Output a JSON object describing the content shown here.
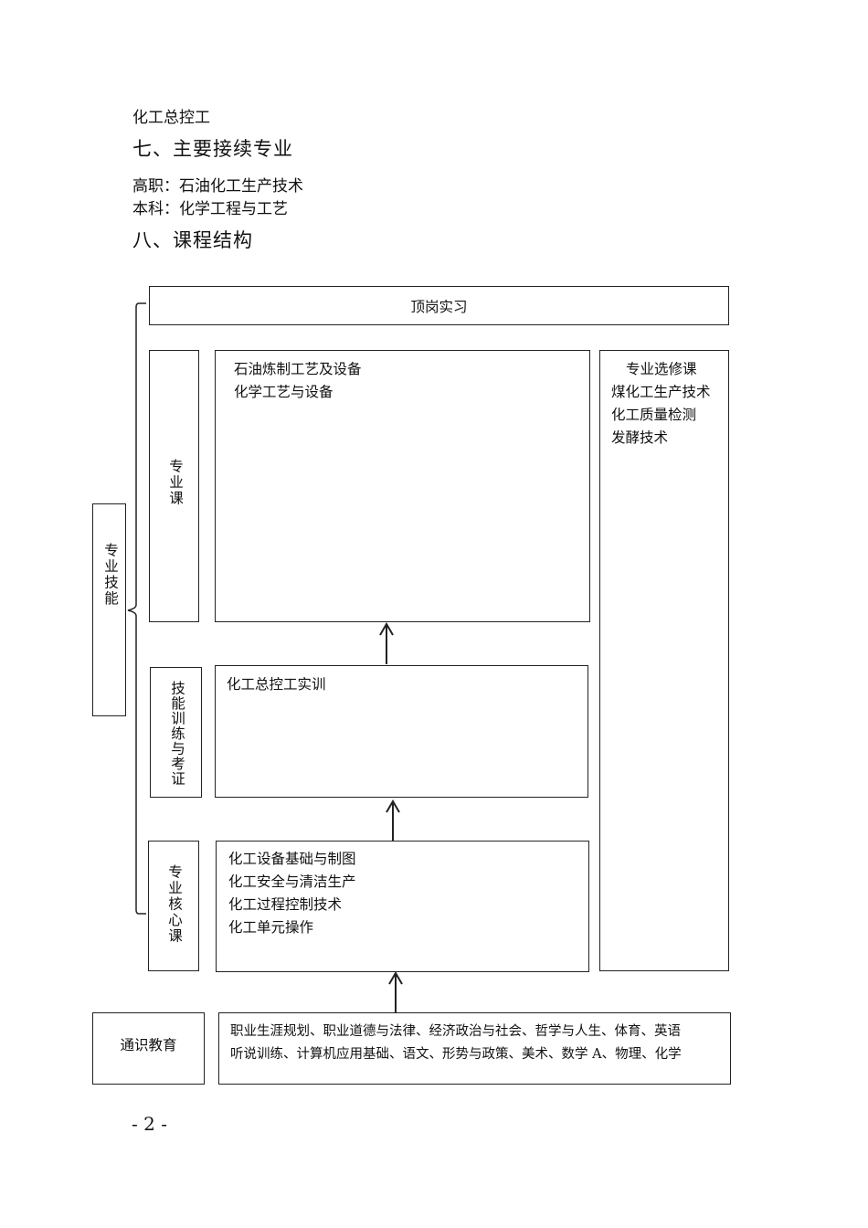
{
  "intro_line": "化工总控工",
  "section7": {
    "title": "七、主要接续专业",
    "lines": [
      "高职：石油化工生产技术",
      "本科：化学工程与工艺"
    ]
  },
  "section8": {
    "title": "八、课程结构"
  },
  "diagram": {
    "internship": "顶岗实习",
    "group_label": "专业技能",
    "rows": {
      "professional": {
        "label": "专业课",
        "courses": [
          "石油炼制工艺及设备",
          "化学工艺与设备"
        ]
      },
      "skill_training": {
        "label": "技能训练与考证",
        "courses": [
          "化工总控工实训"
        ]
      },
      "core": {
        "label": "专业核心课",
        "courses": [
          "化工设备基础与制图",
          "化工安全与清洁生产",
          "化工过程控制技术",
          "化工单元操作"
        ]
      }
    },
    "electives": {
      "title": "专业选修课",
      "courses": [
        "煤化工生产技术",
        "化工质量检测",
        "发酵技术"
      ]
    },
    "general": {
      "label": "通识教育",
      "lines": [
        "职业生涯规划、职业道德与法律、经济政治与社会、哲学与人生、体育、英语",
        "听说训练、计算机应用基础、语文、形势与政策、美术、数学 A、物理、化学"
      ]
    }
  },
  "page_number": "- 2 -"
}
